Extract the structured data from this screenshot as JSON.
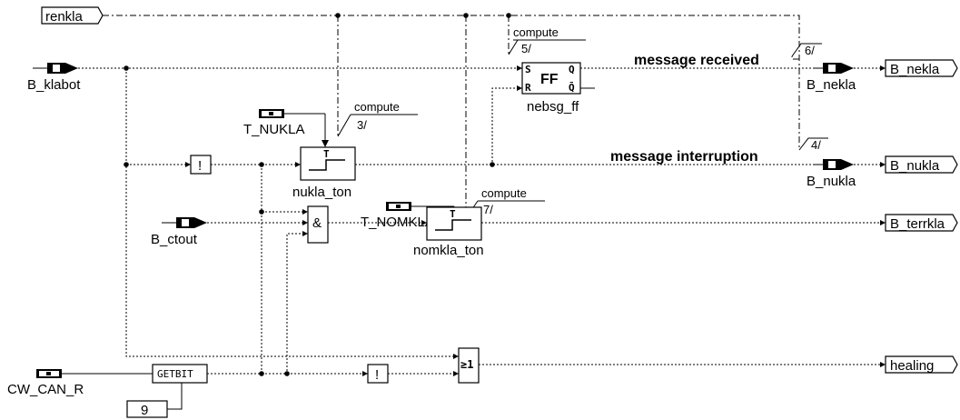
{
  "inputs": {
    "renkla": "renkla",
    "b_klabot": "B_klabot",
    "t_nukla": "T_NUKLA",
    "t_nomkla": "T_NOMKLA",
    "b_ctout": "B_ctout",
    "cw_can_r": "CW_CAN_R",
    "const_9": "9"
  },
  "blocks": {
    "ff_label": "FF",
    "ff_s": "S",
    "ff_r": "R",
    "ff_q": "Q",
    "ff_qbar": "Q̄",
    "ff_name": "nebsg_ff",
    "ton_t": "T",
    "nukla_ton": "nukla_ton",
    "nomkla_ton": "nomkla_ton",
    "and": "&",
    "not": "!",
    "or": "≥1",
    "getbit": "GETBIT",
    "b_nekla_mid": "B_nekla",
    "b_nukla_mid": "B_nukla"
  },
  "compute": {
    "c5": "compute",
    "c5_num": "5/",
    "c3": "compute",
    "c3_num": "3/",
    "c7": "compute",
    "c7_num": "7/",
    "c6_num": "6/",
    "c4_num": "4/"
  },
  "annotations": {
    "message_received": "message received",
    "message_interruption": "message interruption"
  },
  "outputs": {
    "b_nekla": "B_nekla",
    "b_nukla": "B_nukla",
    "b_terrkla": "B_terrkla",
    "healing": "healing"
  }
}
